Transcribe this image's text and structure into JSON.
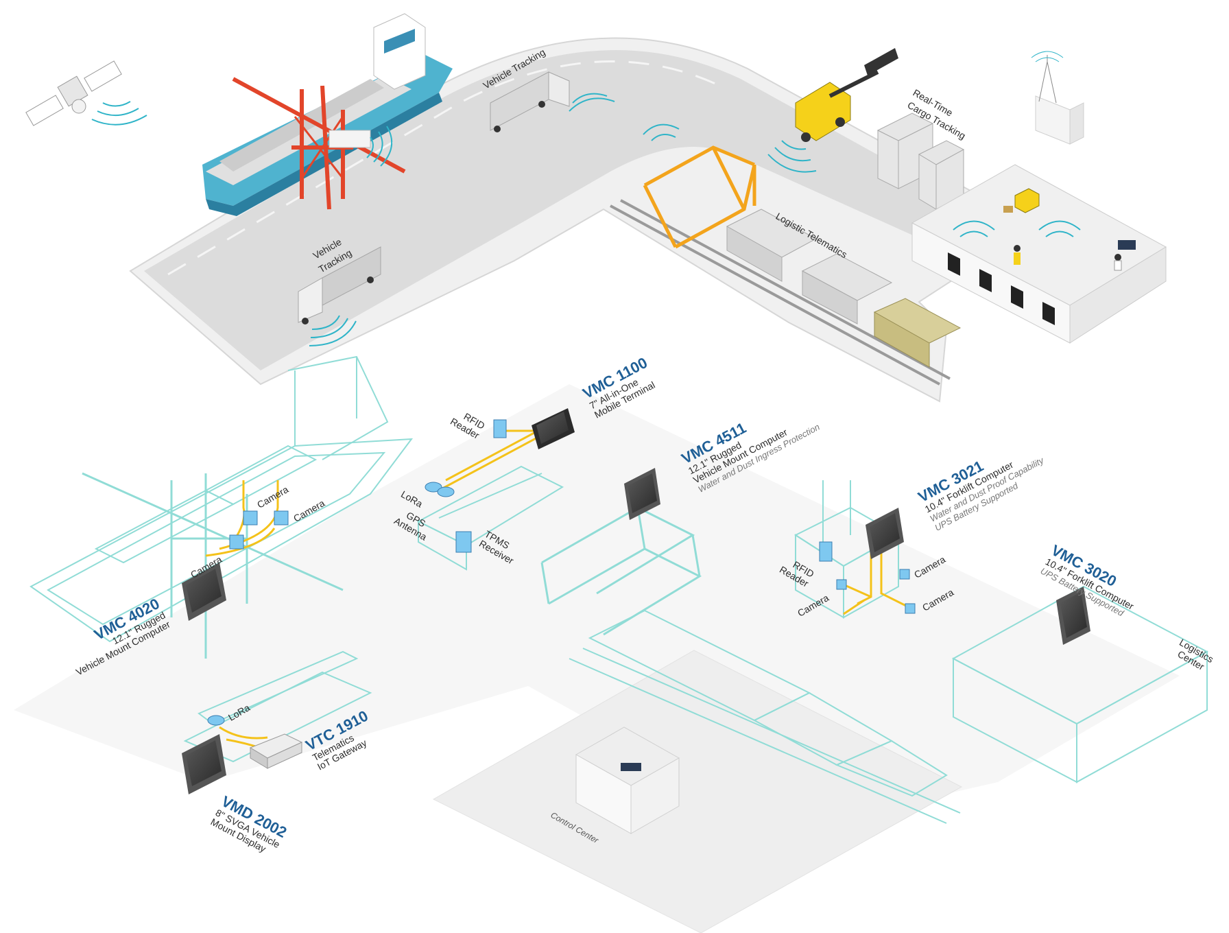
{
  "colors": {
    "road": "#dcdcdc",
    "road_edge": "#c4c4c4",
    "floor": "#f2f2f2",
    "wire": "#90dcd6",
    "cable": "#f4c21a",
    "brand": "#1f5f96",
    "signal": "#2fb4c8",
    "crane_red": "#e2452a",
    "gantry_yellow": "#f3a41c",
    "forklift_yellow": "#f5d11a",
    "ship_blue": "#4fb3cf"
  },
  "top_scene": {
    "ship_label": "",
    "labels": {
      "vehicle_tracking_top": "Vehicle Tracking",
      "vehicle_tracking_left_1": "Vehicle",
      "vehicle_tracking_left_2": "Tracking",
      "cargo_tracking_1": "Real-Time",
      "cargo_tracking_2": "Cargo Tracking",
      "logistic_telematics": "Logistic Telematics"
    },
    "icons": [
      "satellite-icon",
      "cell-tower-icon",
      "container-ship-icon",
      "gantry-crane-icon",
      "truck-icon",
      "reach-stacker-icon",
      "train-icon",
      "warehouse-icon",
      "forklift-icon"
    ]
  },
  "products": {
    "vmc1100": {
      "name": "VMC 1100",
      "line1": "7\" All-in-One",
      "line2": "Mobile Terminal"
    },
    "vmc4511": {
      "name": "VMC 4511",
      "line1": "12.1\" Rugged",
      "line2": "Vehicle Mount Computer",
      "note": "Water and Dust Ingress Protection"
    },
    "vmc3021": {
      "name": "VMC 3021",
      "line1": "10.4\" Forklift Computer",
      "note1": "Water and Dust Proof Capability",
      "note2": "UPS Battery Supported"
    },
    "vmc3020": {
      "name": "VMC 3020",
      "line1": "10.4\" Forklift Computer",
      "note": "UPS Battery Supported"
    },
    "vmc4020": {
      "name": "VMC 4020",
      "line1": "12.1\" Rugged",
      "line2": "Vehicle Mount Computer"
    },
    "vtc1910": {
      "name": "VTC 1910",
      "line1": "Telematics",
      "line2": "IoT Gateway"
    },
    "vmd2002": {
      "name": "VMD 2002",
      "line1": "8\" SVGA Vehicle",
      "line2": "Mount Display"
    }
  },
  "peripherals": {
    "rfid_1": "RFID",
    "reader_1": "Reader",
    "lora_1": "LoRa",
    "gps_1": "GPS",
    "antenna_1": "Antenna",
    "tpms_1": "TPMS",
    "receiver_1": "Receiver",
    "camera_a": "Camera",
    "camera_b": "Camera",
    "camera_c": "Camera",
    "rfid_2": "RFID",
    "reader_2": "Reader",
    "camera_d": "Camera",
    "camera_e": "Camera",
    "camera_f": "Camera",
    "lora_2": "LoRa"
  },
  "areas": {
    "logistics_1": "Logistics",
    "logistics_2": "Center",
    "control_center": "Control Center"
  }
}
